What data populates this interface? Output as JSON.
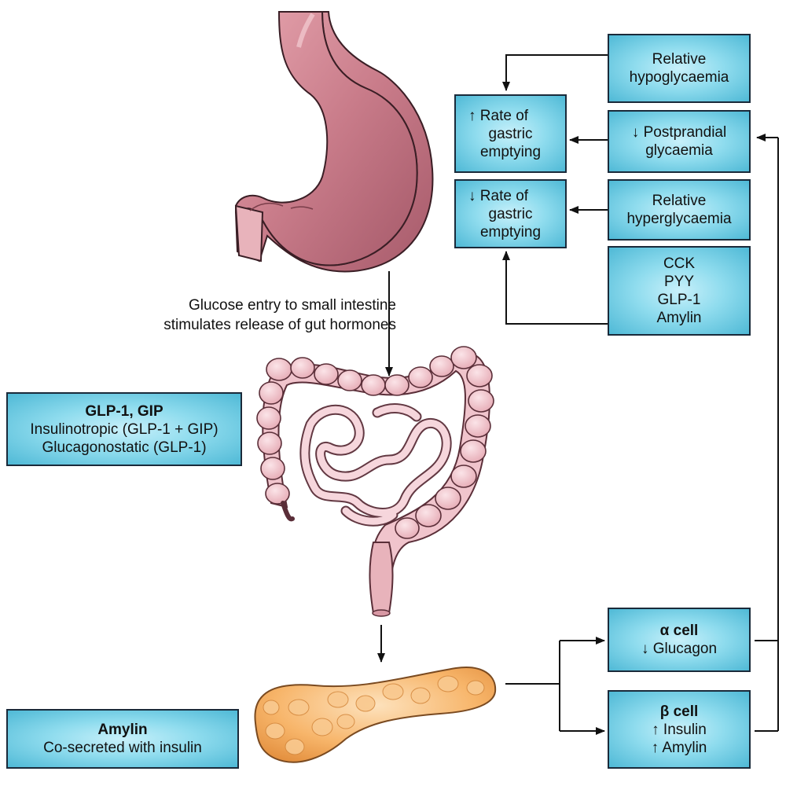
{
  "caption": {
    "line1": "Glucose entry to small intestine",
    "line2": "stimulates release of gut hormones"
  },
  "boxes": {
    "relative_hypo": [
      "Relative",
      "hypoglycaemia"
    ],
    "inc_gastric": [
      "↑ Rate of",
      "gastric",
      "emptying"
    ],
    "postprandial": [
      "↓ Postprandial",
      "glycaemia"
    ],
    "dec_gastric": [
      "↓ Rate of",
      "gastric",
      "emptying"
    ],
    "relative_hyper": [
      "Relative",
      "hyperglycaemia"
    ],
    "hormones": [
      "CCK",
      "PYY",
      "GLP-1",
      "Amylin"
    ],
    "glp_gip": [
      "GLP-1, GIP",
      "Insulinotropic (GLP-1 + GIP)",
      "Glucagonostatic (GLP-1)"
    ],
    "alpha": [
      "α cell",
      "↓ Glucagon"
    ],
    "beta": [
      "β cell",
      "↑ Insulin",
      "↑ Amylin"
    ],
    "amylin": [
      "Amylin",
      "Co-secreted with insulin"
    ]
  },
  "colors": {
    "box_fill": "#8fdcee",
    "box_border": "#1a2a3a",
    "stomach": "#c97c8a",
    "intestine": "#f0c4cc",
    "pancreas": "#f7b56a"
  },
  "icons": [
    "stomach-illustration",
    "intestine-illustration",
    "pancreas-illustration",
    "arrow"
  ]
}
